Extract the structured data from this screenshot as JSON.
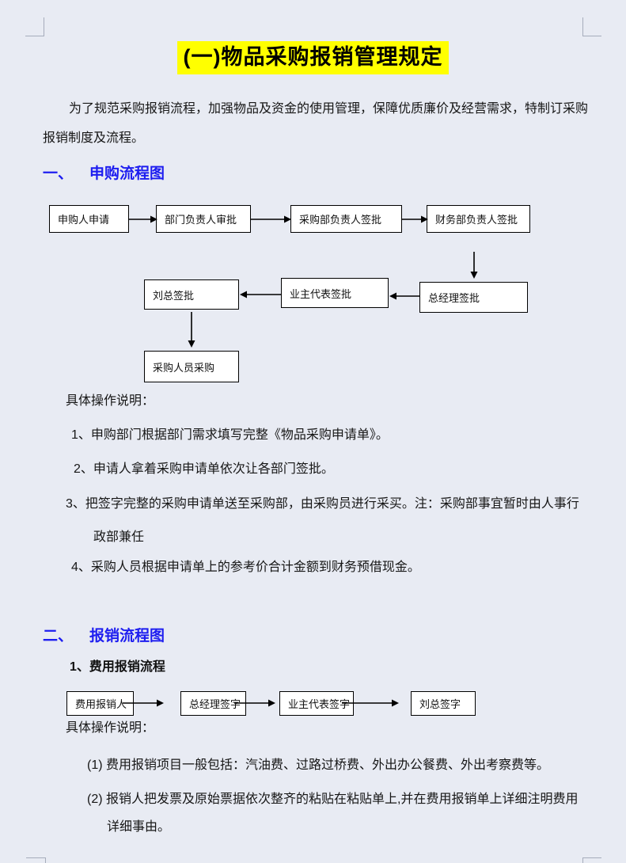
{
  "document": {
    "title": "(一)物品采购报销管理规定",
    "intro_lines": [
      "为了规范采购报销流程，加强物品及资金的使用管理，保障优质廉价及经营需求，特制订采购",
      "报销制度及流程。"
    ],
    "colors": {
      "page_background": "#e8ebf3",
      "title_highlight": "#ffff00",
      "heading_blue": "#1d1df0",
      "flow_box_fill": "#ffffff",
      "flow_box_border": "#000000"
    }
  },
  "section1": {
    "number": "一、",
    "title": "申购流程图",
    "flow": {
      "row1": [
        "申购人申请",
        "部门负责人审批",
        "采购部负责人签批",
        "财务部负责人签批"
      ],
      "row2": [
        "刘总签批",
        "业主代表签批",
        "总经理签批"
      ],
      "final": "采购人员采购"
    },
    "ops_label": "具体操作说明：",
    "items": [
      "1、申购部门根据部门需求填写完整《物品采购申请单》。",
      "2、申请人拿着采购申请单依次让各部门签批。",
      "3、把签字完整的采购申请单送至采购部，由采购员进行采买。注：采购部事宜暂时由人事行",
      "政部兼任",
      "4、采购人员根据申请单上的参考价合计金额到财务预借现金。"
    ]
  },
  "section2": {
    "number": "二、",
    "title": "报销流程图",
    "subheading": "1、费用报销流程",
    "flow": {
      "row": [
        "费用报销人",
        "总经理签字",
        "业主代表签字",
        "刘总签字"
      ]
    },
    "ops_label": "具体操作说明：",
    "items": [
      "(1) 费用报销项目一般包括：汽油费、过路过桥费、外出办公餐费、外出考察费等。",
      "(2) 报销人把发票及原始票据依次整齐的粘贴在粘贴单上,并在费用报销单上详细注明费用",
      "详细事由。"
    ]
  }
}
